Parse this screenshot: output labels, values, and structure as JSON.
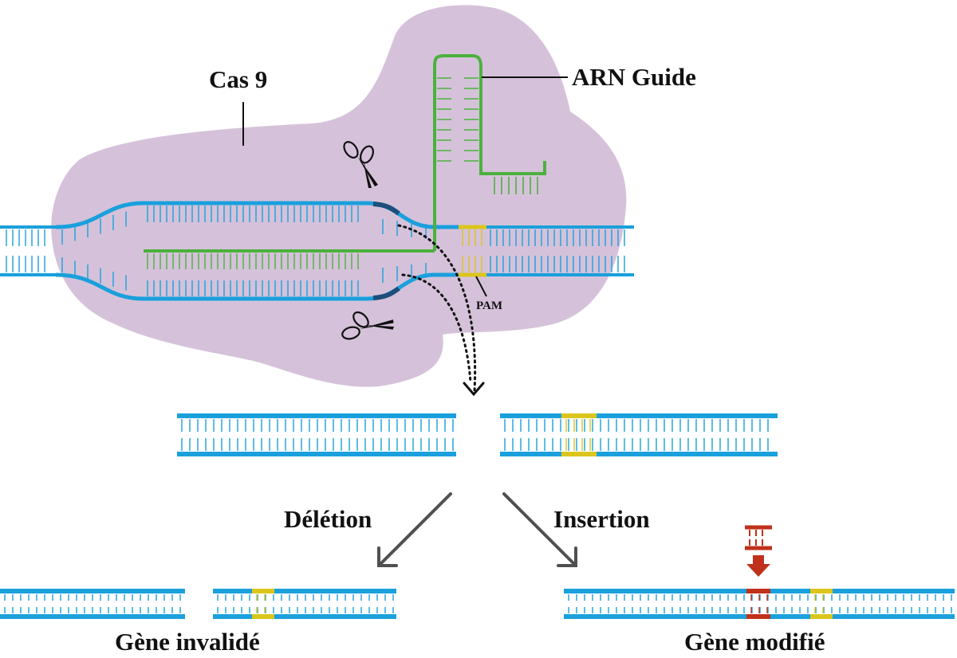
{
  "labels": {
    "cas9": "Cas 9",
    "guide_rna": "ARN Guide",
    "pam": "PAM",
    "deletion": "Délétion",
    "insertion": "Insertion",
    "gene_invalidated": "Gène invalidé",
    "gene_modified": "Gène modifié"
  },
  "colors": {
    "protein": "#d5c2da",
    "dna": "#1aa0dc",
    "dna_cut_site": "#1c4f7c",
    "guide_rna": "#4cb13d",
    "pam": "#dcc51c",
    "insert": "#c0311b",
    "text": "#111111",
    "arrow": "#505050"
  }
}
